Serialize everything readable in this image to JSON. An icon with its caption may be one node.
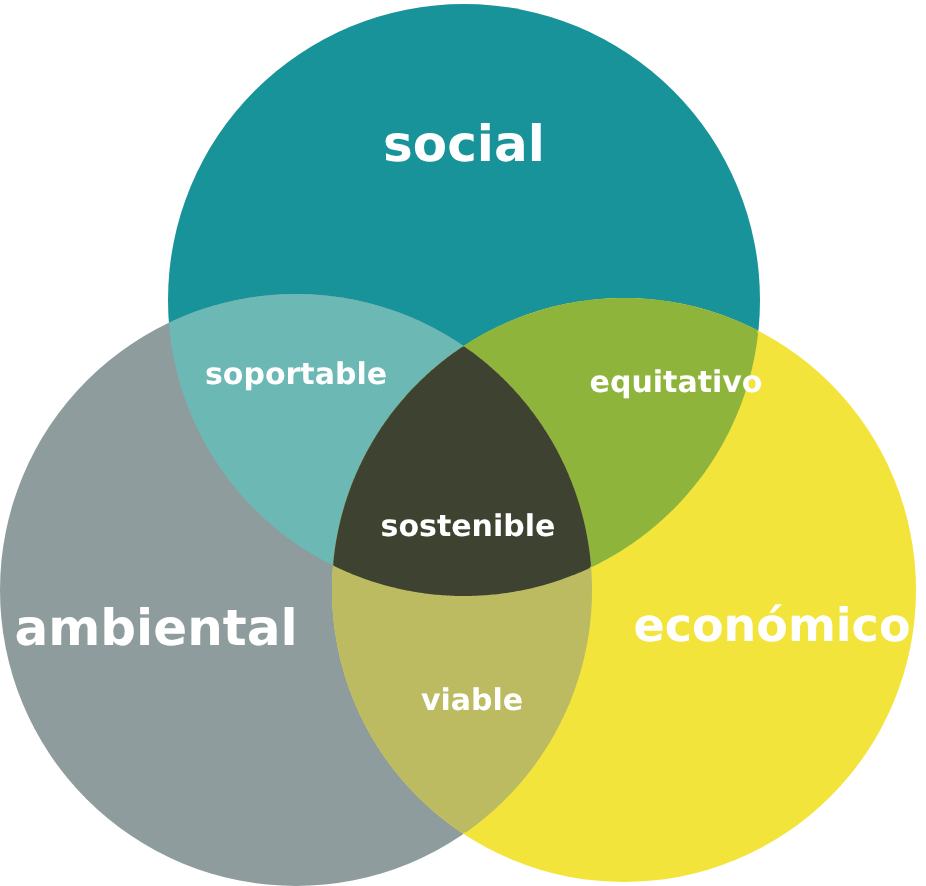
{
  "diagram": {
    "nodes": [
      {
        "text": [
          "social"
        ]
      },
      {
        "text": [
          "ambiental"
        ]
      },
      {
        "text": [
          "económico"
        ]
      },
      {
        "text": [
          "soportable"
        ]
      },
      {
        "text": [
          "equitativo"
        ]
      },
      {
        "text": [
          "viable"
        ]
      },
      {
        "text": [
          "sostenible"
        ]
      }
    ]
  }
}
